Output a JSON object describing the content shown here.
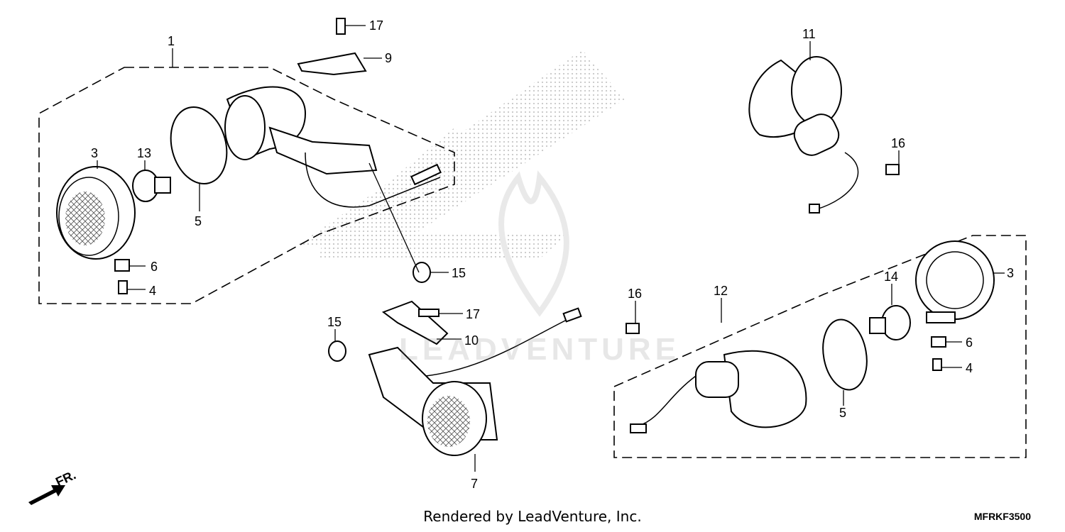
{
  "callouts": [
    {
      "label": "1"
    },
    {
      "label": "3"
    },
    {
      "label": "13"
    },
    {
      "label": "5"
    },
    {
      "label": "6"
    },
    {
      "label": "4"
    },
    {
      "label": "17"
    },
    {
      "label": "9"
    },
    {
      "label": "15"
    },
    {
      "label": "17"
    },
    {
      "label": "10"
    },
    {
      "label": "15"
    },
    {
      "label": "7"
    },
    {
      "label": "11"
    },
    {
      "label": "16"
    },
    {
      "label": "12"
    },
    {
      "label": "16"
    },
    {
      "label": "14"
    },
    {
      "label": "3"
    },
    {
      "label": "6"
    },
    {
      "label": "4"
    },
    {
      "label": "5"
    }
  ],
  "front_marker": "FR.",
  "watermark": "LEADVENTURE",
  "footer": {
    "credit": "Rendered by LeadVenture, Inc.",
    "diagram_code": "MFRKF3500"
  }
}
